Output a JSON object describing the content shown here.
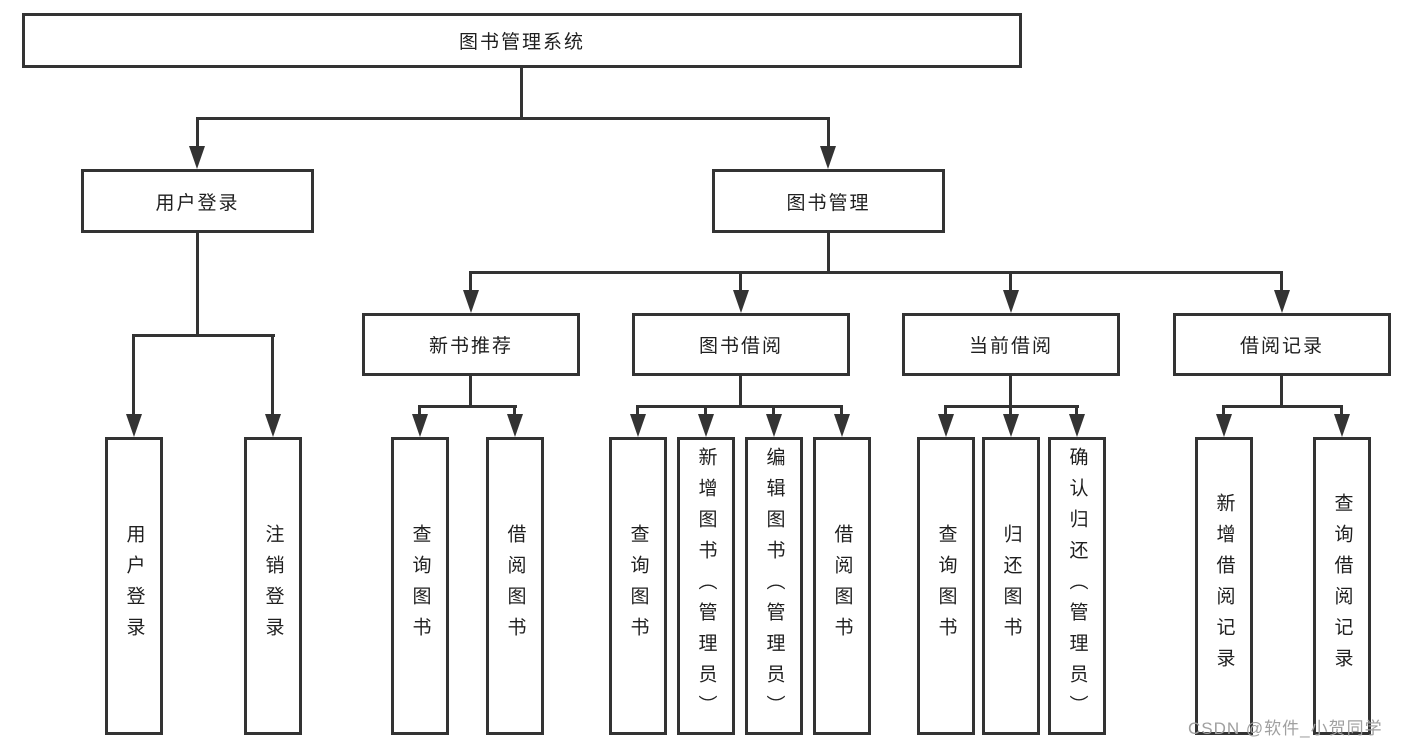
{
  "diagram": {
    "root_label": "图书管理系统",
    "user_login": {
      "label": "用户登录",
      "leaves": [
        "用户登录",
        "注销登录"
      ]
    },
    "book_mgmt": {
      "label": "图书管理"
    },
    "new_book": {
      "label": "新书推荐",
      "leaves": [
        "查询图书",
        "借阅图书"
      ]
    },
    "borrow": {
      "label": "图书借阅",
      "leaves": [
        "查询图书",
        "新增图书（管理员）",
        "编辑图书（管理员）",
        "借阅图书"
      ]
    },
    "current": {
      "label": "当前借阅",
      "leaves": [
        "查询图书",
        "归还图书",
        "确认归还（管理员）"
      ]
    },
    "records": {
      "label": "借阅记录",
      "leaves": [
        "新增借阅记录",
        "查询借阅记录"
      ]
    },
    "watermark": "CSDN @软件_小贺同学"
  },
  "colors": {
    "line": "#333333",
    "text": "#1f1f1f",
    "watermark": "#a0a0a0",
    "background": "#ffffff"
  }
}
